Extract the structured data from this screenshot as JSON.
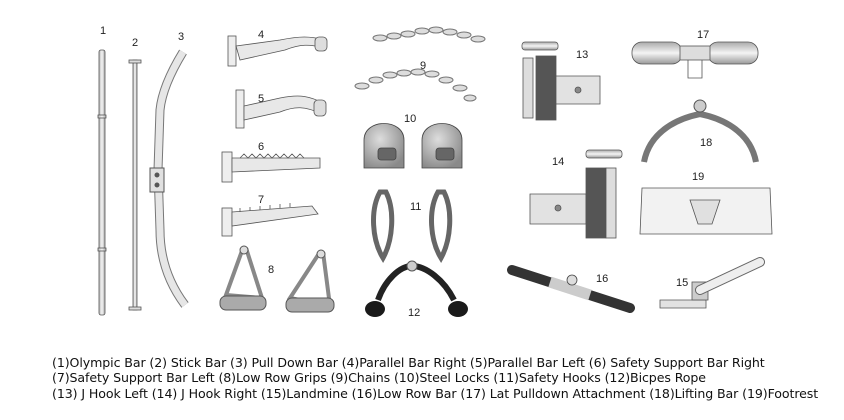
{
  "labels": {
    "n1": "1",
    "n2": "2",
    "n3": "3",
    "n4": "4",
    "n5": "5",
    "n6": "6",
    "n7": "7",
    "n8": "8",
    "n9": "9",
    "n10": "10",
    "n11": "11",
    "n12": "12",
    "n13": "13",
    "n14": "14",
    "n15": "15",
    "n16": "16",
    "n17": "17",
    "n18": "18",
    "n19": "19"
  },
  "caption": {
    "line1": "(1)Olympic Bar  (2) Stick Bar  (3) Pull Down Bar  (4)Parallel Bar Right  (5)Parallel Bar Left (6) Safety Support Bar Right",
    "line2": "(7)Safety Support Bar Left (8)Low Row Grips  (9)Chains  (10)Steel Locks  (11)Safety Hooks  (12)Bicpes Rope",
    "line3": "(13) J Hook Left (14) J Hook Right (15)Landmine   (16)Low Row Bar (17) Lat Pulldown Attachment (18)Lifting Bar (19)Footrest"
  },
  "colors": {
    "outline": "#555555",
    "fill": "#eeeeee",
    "dark": "#333333",
    "rope": "#222222"
  }
}
